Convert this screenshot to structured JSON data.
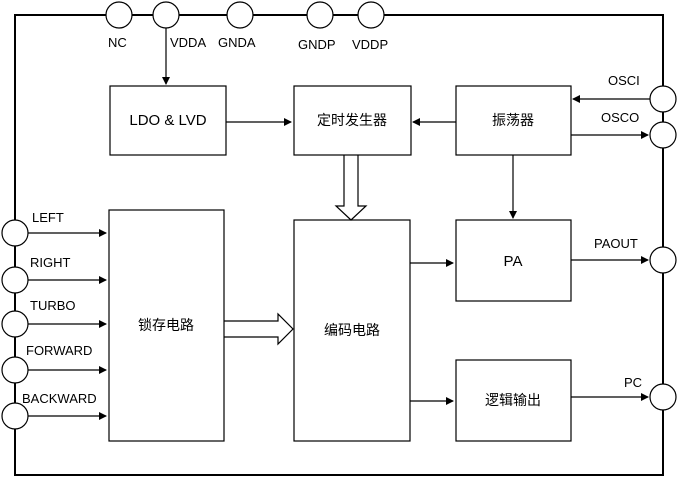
{
  "diagram": {
    "top_pins": [
      "NC",
      "VDDA",
      "GNDA",
      "GNDP",
      "VDDP"
    ],
    "left_pins": [
      "LEFT",
      "RIGHT",
      "TURBO",
      "FORWARD",
      "BACKWARD"
    ],
    "right_pins": [
      "OSCI",
      "OSCO",
      "PAOUT",
      "PC"
    ],
    "blocks": {
      "ldo": "LDO & LVD",
      "timer": "定时发生器",
      "osc": "振荡器",
      "latch": "锁存电路",
      "encoder": "编码电路",
      "pa": "PA",
      "logic": "逻辑输出"
    }
  }
}
